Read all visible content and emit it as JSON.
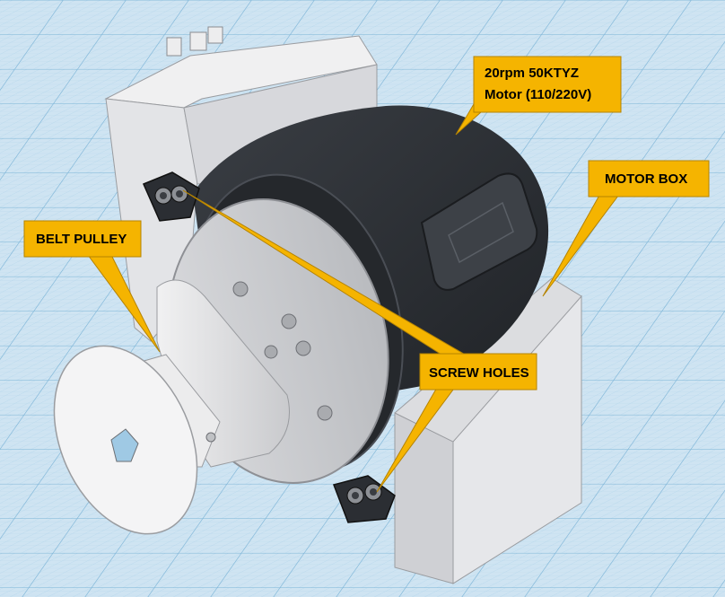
{
  "labels": {
    "motor_line1": "20rpm 50KTYZ",
    "motor_line2": "Motor (110/220V)",
    "motor_box": "MOTOR BOX",
    "belt_pulley": "BELT PULLEY",
    "screw_holes": "SCREW HOLES"
  },
  "colors": {
    "workplane": "#cfe4f2",
    "grid_line": "#8fc0de",
    "box_face": "#e4e4e7",
    "box_side": "#cfd0d4",
    "motor_body": "#2b2e33",
    "callout_fill": "#f5b400",
    "callout_stroke": "#b58300"
  }
}
